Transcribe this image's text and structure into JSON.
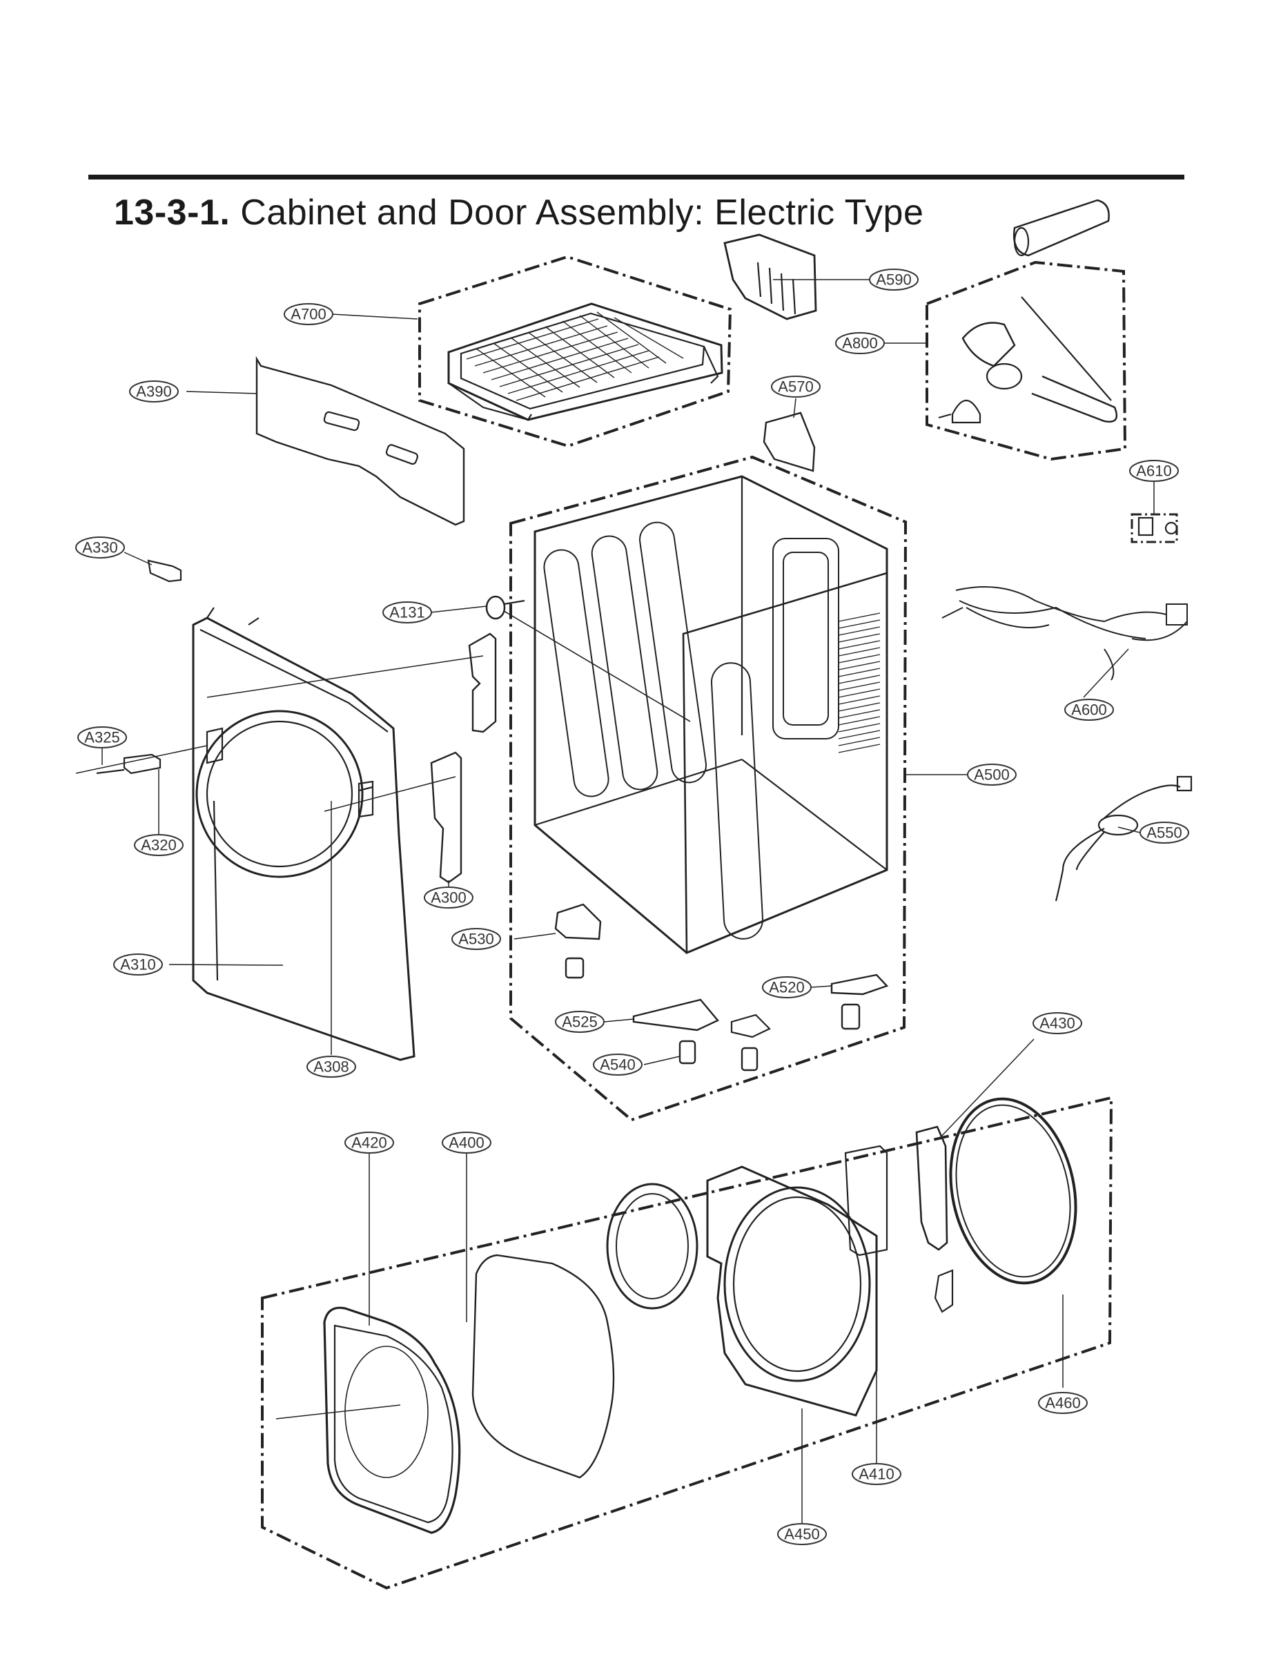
{
  "section": {
    "number": "13-3-1.",
    "title": "Cabinet and Door Assembly: Electric Type"
  },
  "callouts": {
    "a700": "A700",
    "a590": "A590",
    "a800": "A800",
    "a390": "A390",
    "a570": "A570",
    "a610": "A610",
    "a330": "A330",
    "a131": "A131",
    "a325": "A325",
    "a600": "A600",
    "a500": "A500",
    "a320": "A320",
    "a550": "A550",
    "a300": "A300",
    "a530": "A530",
    "a310": "A310",
    "a520": "A520",
    "a430": "A430",
    "a525": "A525",
    "a540": "A540",
    "a308": "A308",
    "a420": "A420",
    "a400": "A400",
    "a460": "A460",
    "a410": "A410",
    "a450": "A450"
  }
}
